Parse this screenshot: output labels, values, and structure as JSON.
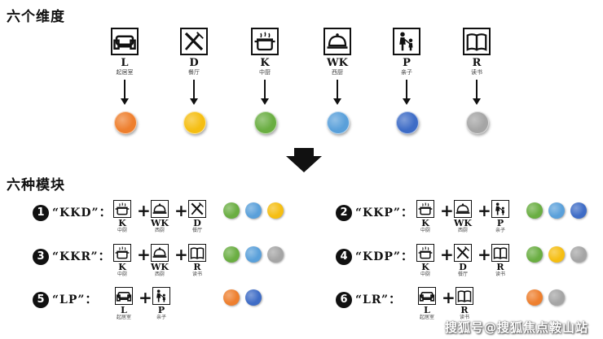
{
  "sections": {
    "dimensions_title": "六个维度",
    "modules_title": "六种模块"
  },
  "dimensions": [
    {
      "code": "L",
      "sub": "起居室",
      "icon": "sofa-icon",
      "color": "#EE7F2E"
    },
    {
      "code": "D",
      "sub": "餐厅",
      "icon": "utensils-icon",
      "color": "#F5BE12"
    },
    {
      "code": "K",
      "sub": "中厨",
      "icon": "pot-icon",
      "color": "#6AAE42"
    },
    {
      "code": "WK",
      "sub": "西厨",
      "icon": "cloche-icon",
      "color": "#5AA0DA"
    },
    {
      "code": "P",
      "sub": "亲子",
      "icon": "parent-child-icon",
      "color": "#3E6CC6"
    },
    {
      "code": "R",
      "sub": "读书",
      "icon": "book-icon",
      "color": "#A5A5A5"
    }
  ],
  "modules": [
    {
      "num": "1",
      "label": "“KKD”：",
      "items": [
        "K",
        "WK",
        "D"
      ],
      "colors": [
        "#6AAE42",
        "#5AA0DA",
        "#F5BE12"
      ]
    },
    {
      "num": "2",
      "label": "“KKP”：",
      "items": [
        "K",
        "WK",
        "P"
      ],
      "colors": [
        "#6AAE42",
        "#5AA0DA",
        "#3E6CC6"
      ]
    },
    {
      "num": "3",
      "label": "“KKR”：",
      "items": [
        "K",
        "WK",
        "R"
      ],
      "colors": [
        "#6AAE42",
        "#5AA0DA",
        "#A5A5A5"
      ]
    },
    {
      "num": "4",
      "label": "“KDP”：",
      "items": [
        "K",
        "D",
        "R"
      ],
      "colors": [
        "#6AAE42",
        "#F5BE12",
        "#A5A5A5"
      ]
    },
    {
      "num": "5",
      "label": "“LP”：",
      "items": [
        "L",
        "P"
      ],
      "colors": [
        "#EE7F2E",
        "#3E6CC6"
      ]
    },
    {
      "num": "6",
      "label": "“LR”：",
      "items": [
        "L",
        "R"
      ],
      "colors": [
        "#EE7F2E",
        "#A5A5A5"
      ]
    }
  ],
  "watermark": "搜狐号@搜狐焦点鞍山站"
}
